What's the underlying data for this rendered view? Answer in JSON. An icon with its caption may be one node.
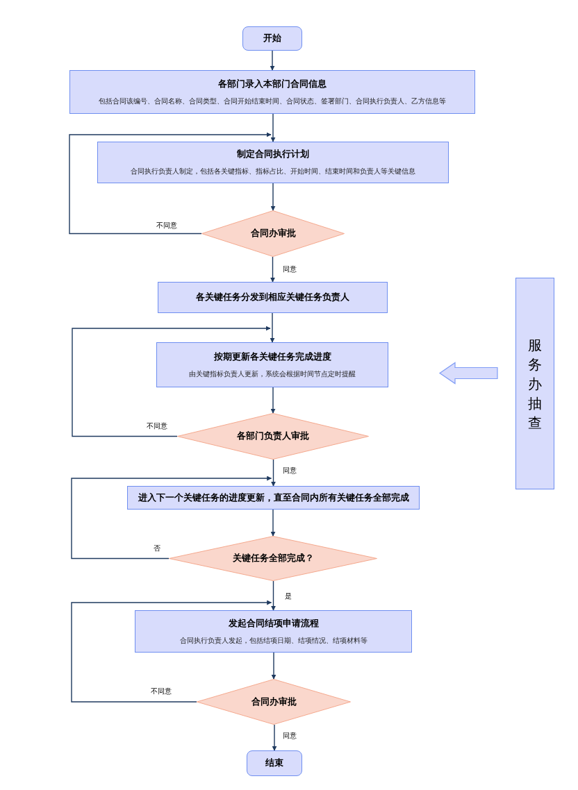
{
  "diagram": {
    "nodes": [
      {
        "text": [
          "开始"
        ]
      },
      {
        "text": [
          "各部门录入本部门合同信息",
          "包括合同该编号、合同名称、合同类型、合同开始结束时间、合同状态、签署部门、合同执行负责人、乙方信息等"
        ]
      },
      {
        "text": [
          "制定合同执行计划",
          "合同执行负责人制定，包括各关键指标、指标占比、开始时间、结束时间和负责人等关键信息"
        ]
      },
      {
        "text": [
          "合同办审批"
        ]
      },
      {
        "text": [
          "各关键任务分发到相应关键任务负责人"
        ]
      },
      {
        "text": [
          "按期更新各关键任务完成进度",
          "由关键指标负责人更新，系统会根据时间节点定时提醒"
        ]
      },
      {
        "text": [
          "各部门负责人审批"
        ]
      },
      {
        "text": [
          "进入下一个关键任务的进度更新，直至合同内所有关键任务全部完成"
        ]
      },
      {
        "text": [
          "关键任务全部完成？"
        ]
      },
      {
        "text": [
          "发起合同结项申请流程",
          "合同执行负责人发起，包括结项日期、结项情况、结项材料等"
        ]
      },
      {
        "text": [
          "合同办审批"
        ]
      },
      {
        "text": [
          "结束"
        ]
      },
      {
        "text": [
          "服务办抽查"
        ]
      }
    ],
    "edges": [
      {
        "from": 0,
        "to": 1,
        "arrow": "to"
      },
      {
        "from": 1,
        "to": 2,
        "arrow": "to"
      },
      {
        "from": 2,
        "to": 3,
        "arrow": "to"
      },
      {
        "from": 3,
        "to": 2,
        "arrow": "to",
        "label": "不同意"
      },
      {
        "from": 3,
        "to": 4,
        "arrow": "to",
        "label": "同意"
      },
      {
        "from": 4,
        "to": 5,
        "arrow": "to"
      },
      {
        "from": 5,
        "to": 6,
        "arrow": "to"
      },
      {
        "from": 6,
        "to": 5,
        "arrow": "to",
        "label": "不同意"
      },
      {
        "from": 6,
        "to": 7,
        "arrow": "to",
        "label": "同意"
      },
      {
        "from": 7,
        "to": 8,
        "arrow": "to"
      },
      {
        "from": 8,
        "to": 7,
        "arrow": "to",
        "label": "否"
      },
      {
        "from": 8,
        "to": 9,
        "arrow": "to",
        "label": "是"
      },
      {
        "from": 9,
        "to": 10,
        "arrow": "to"
      },
      {
        "from": 10,
        "to": 9,
        "arrow": "to",
        "label": "不同意"
      },
      {
        "from": 10,
        "to": 11,
        "arrow": "to",
        "label": "同意"
      },
      {
        "from": 12,
        "to": 5,
        "arrow": "to",
        "style": "thick",
        "color": "#7f9cf5"
      }
    ]
  }
}
